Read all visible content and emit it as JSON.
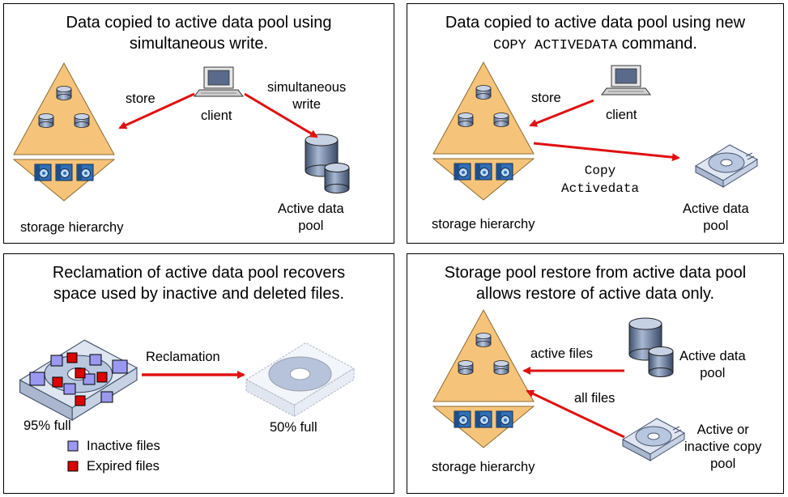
{
  "panels": [
    {
      "title_line1": "Data copied to active data pool using",
      "title_line2": "simultaneous write.",
      "store": "store",
      "client": "client",
      "simultaneous_write": "simultaneous\nwrite",
      "active_pool": "Active data\npool",
      "hierarchy": "storage hierarchy"
    },
    {
      "title_line1": "Data copied to active data pool using new",
      "title_cmd": "COPY ACTIVEDATA",
      "title_rest": " command.",
      "store": "store",
      "client": "client",
      "copy_cmd": "Copy\nActivedata",
      "active_pool": "Active data\npool",
      "hierarchy": "storage hierarchy"
    },
    {
      "title_line1": "Reclamation of active data pool recovers",
      "title_line2": "space used by inactive and deleted files.",
      "reclamation": "Reclamation",
      "full_before": "95% full",
      "full_after": "50% full",
      "legend_inactive": "Inactive files",
      "legend_expired": "Expired files"
    },
    {
      "title_line1": "Storage pool restore from active data pool",
      "title_line2": "allows restore of active data only.",
      "active_files": "active files",
      "all_files": "all files",
      "active_pool": "Active data\npool",
      "copy_pool": "Active or\ninactive copy\npool",
      "hierarchy": "storage hierarchy"
    }
  ],
  "colors": {
    "arrow": "#e01010",
    "triangle": "#f5c47a",
    "disk": "#7c8fae",
    "tape": "#2f6fb8",
    "inactive": "#9a98f0",
    "expired": "#dd0000"
  }
}
